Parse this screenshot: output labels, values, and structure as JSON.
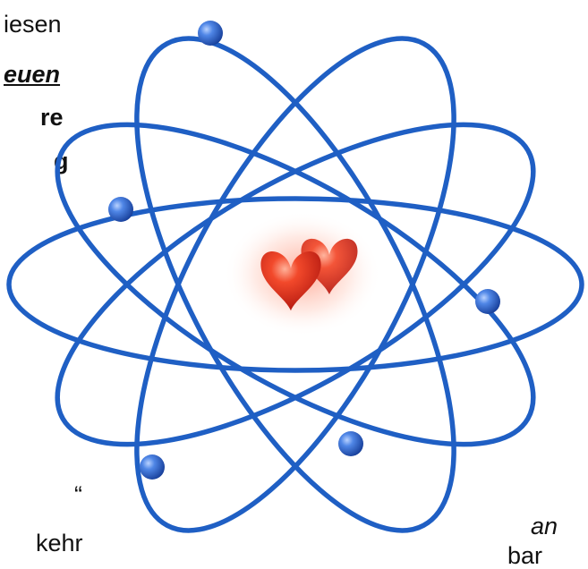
{
  "text_fragments": {
    "line1": "iesen",
    "line2": "euen",
    "line3": "re",
    "line4": "g",
    "quote_mark": "“",
    "bottom_left": "kehr",
    "bottom_right_1": "an",
    "bottom_right_2": "bar"
  },
  "graphic": {
    "name": "atom-with-hearts",
    "orbit_color": "#1f5fc4",
    "electron_color": "#2e62c8",
    "heart_color": "#e8301f"
  }
}
